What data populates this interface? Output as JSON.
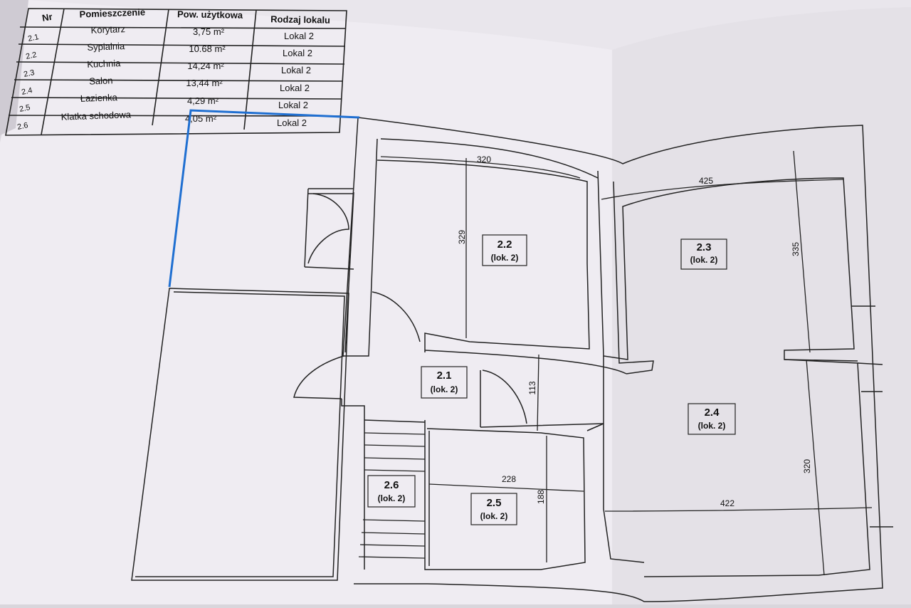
{
  "table": {
    "headers": {
      "nr": "Nr",
      "room": "Pomieszczenie",
      "area": "Pow. użytkowa",
      "type": "Rodzaj lokalu"
    },
    "rows": [
      {
        "nr": "2.1",
        "room": "Korytarz",
        "area": "3,75 m²",
        "type": "Lokal 2"
      },
      {
        "nr": "2.2",
        "room": "Sypialnia",
        "area": "10.68 m²",
        "type": "Lokal 2"
      },
      {
        "nr": "2.3",
        "room": "Kuchnia",
        "area": "14,24 m²",
        "type": "Lokal 2"
      },
      {
        "nr": "2.4",
        "room": "Salon",
        "area": "13,44 m²",
        "type": "Lokal 2"
      },
      {
        "nr": "2.5",
        "room": "Łazienka",
        "area": "4,29 m²",
        "type": "Lokal 2"
      },
      {
        "nr": "2.6",
        "room": "Klatka schodowa",
        "area": "4,05 m²",
        "type": "Lokal 2"
      }
    ]
  },
  "rooms": {
    "r21": {
      "num": "2.1",
      "sub": "(lok. 2)"
    },
    "r22": {
      "num": "2.2",
      "sub": "(lok. 2)"
    },
    "r23": {
      "num": "2.3",
      "sub": "(lok. 2)"
    },
    "r24": {
      "num": "2.4",
      "sub": "(lok. 2)"
    },
    "r25": {
      "num": "2.5",
      "sub": "(lok. 2)"
    },
    "r26": {
      "num": "2.6",
      "sub": "(lok. 2)"
    }
  },
  "dimensions": {
    "d320_top": "320",
    "d329": "329",
    "d425": "425",
    "d335": "335",
    "d113": "113",
    "d228": "228",
    "d188": "188",
    "d320_right": "320",
    "d422": "422"
  },
  "colors": {
    "paper": "#efecf2",
    "line": "#222222",
    "highlight": "#1f6fd1"
  }
}
